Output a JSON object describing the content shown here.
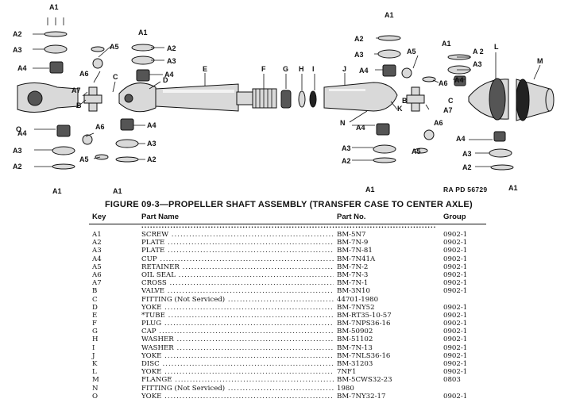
{
  "diagram": {
    "labels": [
      "A1",
      "A2",
      "A3",
      "A4",
      "A5",
      "A6",
      "A7",
      "B",
      "C",
      "D",
      "E",
      "F",
      "G",
      "H",
      "I",
      "J",
      "K",
      "L",
      "M",
      "N",
      "O"
    ],
    "ra_code": "RA PD 56729"
  },
  "figure_title": "FIGURE 09-3—PROPELLER SHAFT ASSEMBLY (TRANSFER CASE TO CENTER AXLE)",
  "table": {
    "headers": {
      "key": "Key",
      "name": "Part Name",
      "part_no": "Part No.",
      "group": "Group"
    },
    "rows": [
      {
        "key": "A1",
        "name": "SCREW",
        "part": "BM-5N7",
        "group": "0902-1"
      },
      {
        "key": "A2",
        "name": "PLATE",
        "part": "BM-7N-9",
        "group": "0902-1"
      },
      {
        "key": "A3",
        "name": "PLATE",
        "part": "BM-7N-81",
        "group": "0902-1"
      },
      {
        "key": "A4",
        "name": "CUP",
        "part": "BM-7N41A",
        "group": "0902-1"
      },
      {
        "key": "A5",
        "name": "RETAINER",
        "part": "BM-7N-2",
        "group": "0902-1"
      },
      {
        "key": "A6",
        "name": "OIL SEAL",
        "part": "BM-7N-3",
        "group": "0902-1"
      },
      {
        "key": "A7",
        "name": "CROSS",
        "part": "BM-7N-1",
        "group": "0902-1"
      },
      {
        "key": "B",
        "name": "VALVE",
        "part": "BM-3N10",
        "group": "0902-1"
      },
      {
        "key": "C",
        "name": "FITTING (Not Serviced)",
        "part": "44701-1980",
        "group": ""
      },
      {
        "key": "D",
        "name": "YOKE",
        "part": "BM-7NY52",
        "group": "0902-1"
      },
      {
        "key": "E",
        "name": "*TUBE",
        "part": "BM-RT35-10-57",
        "group": "0902-1"
      },
      {
        "key": "F",
        "name": "PLUG",
        "part": "BM-7NPS36-16",
        "group": "0902-1"
      },
      {
        "key": "G",
        "name": "CAP",
        "part": "BM-50902",
        "group": "0902-1"
      },
      {
        "key": "H",
        "name": "WASHER",
        "part": "BM-51102",
        "group": "0902-1"
      },
      {
        "key": "I",
        "name": "WASHER",
        "part": "BM-7N-13",
        "group": "0902-1"
      },
      {
        "key": "J",
        "name": "YOKE",
        "part": "BM-7NLS36-16",
        "group": "0902-1"
      },
      {
        "key": "K",
        "name": "DISC",
        "part": "BM-31203",
        "group": "0902-1"
      },
      {
        "key": "L",
        "name": "YOKE",
        "part": "7NF1",
        "group": "0902-1"
      },
      {
        "key": "M",
        "name": "FLANGE",
        "part": "BM-5CWS32-23",
        "group": "0803"
      },
      {
        "key": "N",
        "name": "FITTING (Not Serviced)",
        "part": "1980",
        "group": ""
      },
      {
        "key": "O",
        "name": "YOKE",
        "part": "BM-7NY32-17",
        "group": "0902-1"
      }
    ]
  }
}
